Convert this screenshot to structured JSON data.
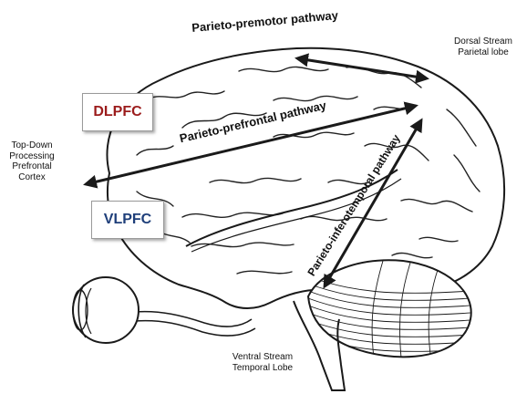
{
  "colors": {
    "dlpfc": "#9b1c1c",
    "vlpfc": "#1f3f7a",
    "line": "#1a1a1a"
  },
  "labels": {
    "parieto_premotor": "Parieto-premotor pathway",
    "parieto_prefrontal": "Parieto-prefrontal pathway",
    "parieto_inferotemporal": "Parieto-inferotemporal pathway",
    "dorsal_stream": [
      "Dorsal Stream",
      "Parietal lobe"
    ],
    "top_down": [
      "Top-Down",
      "Processing",
      "Prefrontal",
      "Cortex"
    ],
    "ventral_stream": [
      "Ventral Stream",
      "Temporal Lobe"
    ],
    "dlpfc": "DLPFC",
    "vlpfc": "VLPFC"
  },
  "icons": [
    "brain-illustration",
    "eye-illustration",
    "cerebellum-illustration"
  ]
}
